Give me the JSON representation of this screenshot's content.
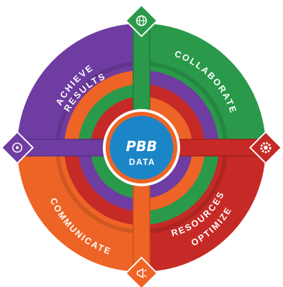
{
  "center": {
    "title": "PBB",
    "subtitle": "DATA"
  },
  "quadrants": [
    {
      "key": "achieve",
      "lines": [
        "ACHIEVE",
        "RESULTS"
      ],
      "color": "#6f3ca1",
      "icon": "target-icon"
    },
    {
      "key": "collaborate",
      "lines": [
        "COLLABORATE"
      ],
      "color": "#2a9a4a",
      "icon": "globe-icon"
    },
    {
      "key": "optimize",
      "lines": [
        "OPTIMIZE",
        "RESOURCES"
      ],
      "color": "#c52a26",
      "icon": "gear-icon"
    },
    {
      "key": "communicate",
      "lines": [
        "COMMUNICATE"
      ],
      "color": "#ee6426",
      "icon": "megaphone-icon"
    }
  ],
  "colors": {
    "purple": "#6f3ca1",
    "green": "#2a9a4a",
    "red": "#c52a26",
    "orange": "#ee6426",
    "center": "#1b86c7"
  }
}
